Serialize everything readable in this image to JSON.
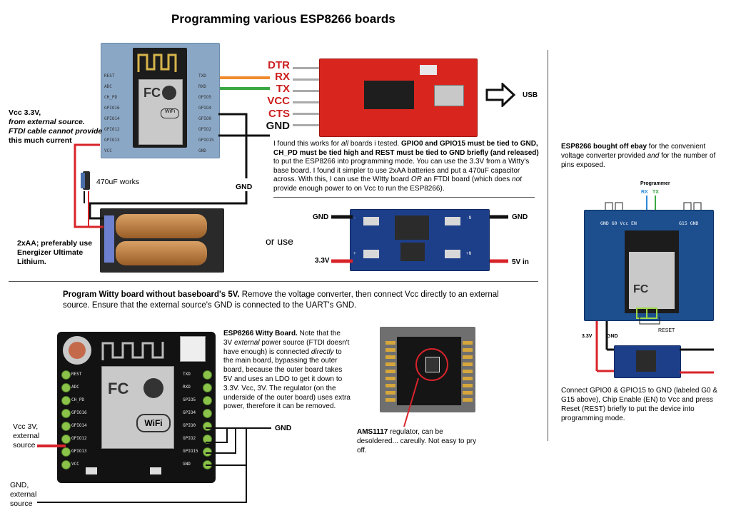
{
  "title": "Programming various ESP8266 boards",
  "top_left": {
    "vcc_label_line1": "Vcc 3.3V,",
    "vcc_label_line2": "from external source.",
    "vcc_label_line3": "FTDI cable cannot provide",
    "vcc_label_line4": "this much current",
    "capacitor_label": "470uF works",
    "gnd_label": "GND",
    "battery_label_line1": "2xAA; preferably use",
    "battery_label_line2": "Energizer Ultimate",
    "battery_label_line3": "Lithium.",
    "ftdi_pins": [
      "DTR",
      "RX",
      "TX",
      "VCC",
      "CTS",
      "GND"
    ],
    "usb_label": "USB",
    "esp_pins_left": [
      "REST",
      "ADC",
      "CH_PD",
      "GPIO16",
      "GPIO14",
      "GPIO12",
      "GPIO13",
      "VCC"
    ],
    "esp_pins_right": [
      "TXD",
      "RXD",
      "GPIO5",
      "GPIO4",
      "GPIO0",
      "GPIO2",
      "GPIO15",
      "GND"
    ],
    "description": {
      "p1": "I found this works for ",
      "p1_em": "all",
      "p2": " boards i tested. ",
      "p3_bold": "GPIO0 and GPIO15 must be tied to GND, CH_PD must be tied high and REST must be tied to GND briefly (and released)",
      "p4": " to put the ESP8266 into programming mode. You can use the 3.3V from a Witty's base board. I found it simpler to use 2xAA batteries and put a 470uF capacitor across. With this, I can use the WItty board ",
      "p4_em": "OR",
      "p5": " an FTDI board (which does ",
      "p5_em": "not",
      "p6": " provide enough power to on Vcc to run the ESP8266)."
    },
    "or_use": "or use",
    "regulator": {
      "gnd_left": "GND",
      "gnd_right": "GND",
      "v33_label": "3.3V",
      "v5_label": "5V in"
    }
  },
  "right_panel": {
    "heading_bold": "ESP8266 bought off ebay",
    "heading_rest1": " for the convenient voltage converter provided ",
    "heading_em": "and",
    "heading_rest2": " for the number of pins exposed.",
    "programmer_label": "Programmer",
    "rx_label": "RX",
    "tx_label": "TX",
    "board_labels_left": "GND G0 Vcc EN",
    "board_labels_right": "G15 GND",
    "reset_label": "RESET",
    "v33_label": "3.3V",
    "gnd_label": "GND",
    "caption": "Connect GPIO0 & GPIO15 to GND (labeled G0 & G15 above), Chip Enable (EN) to Vcc and press Reset (REST) briefly to put the device into programming mode."
  },
  "witty": {
    "heading_bold": "Program Witty board without baseboard's 5V.",
    "heading_rest": " Remove the voltage converter, then connect Vcc directly to an external source. Ensure that the external source's GND is connected to the UART's GND.",
    "pins_left": [
      "REST",
      "ADC",
      "CH_PD",
      "GPIO16",
      "GPIO14",
      "GPIO12",
      "GPIO13",
      "VCC"
    ],
    "pins_right": [
      "TXD",
      "RXD",
      "GPIO5",
      "GPIO4",
      "GPIO0",
      "GPIO2",
      "GPIO15",
      "GND"
    ],
    "vcc_label_line1": "Vcc 3V,",
    "vcc_label_line2": "external",
    "vcc_label_line3": "source",
    "gnd_label_line1": "GND,",
    "gnd_label_line2": "external",
    "gnd_label_line3": "source",
    "gnd_wire_label": "GND",
    "desc_bold": "ESP8266 Witty Board.",
    "desc_1": " Note that the 3V ",
    "desc_em1": "external",
    "desc_2": " power source (FTDI doesn't have enough) is connected ",
    "desc_em2": "directly",
    "desc_3": " to the main board, bypassing the outer board, because the outer board takes 5V and uses an LDO to get it down to 3.3V. Vcc, 3V. The regulator (on the underside of the outer board) uses extra power, therefore it can be removed.",
    "ams_bold": "AMS1117",
    "ams_rest": " regulator, can be desoldered... careully. Not easy to pry off."
  },
  "colors": {
    "red_wire": "#d8232a",
    "orange_wire": "#f08a2c",
    "green_wire": "#3aa843",
    "esp_blue": "#7f9fc0",
    "board_blue": "#1d4f8f",
    "ftdi_red": "#d8261f"
  }
}
